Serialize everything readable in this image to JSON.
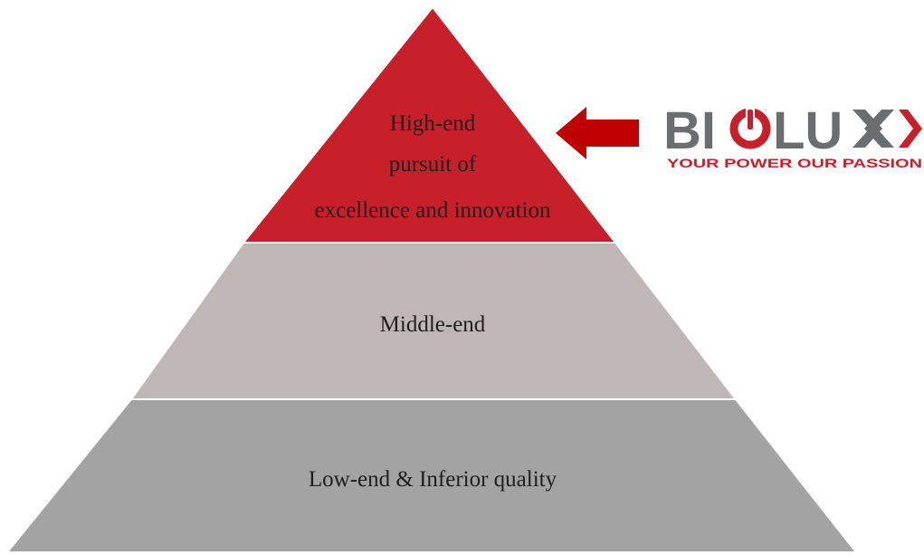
{
  "pyramid": {
    "top": {
      "lines": [
        "High-end",
        "pursuit of",
        "excellence and innovation"
      ],
      "color": "#c8202a"
    },
    "middle": {
      "label": "Middle-end",
      "color": "#bfb7b5"
    },
    "bottom": {
      "label": "Low-end & Inferior quality",
      "color": "#a3a3a3"
    }
  },
  "pointer": {
    "icon": "left-arrow-icon",
    "color": "#c00000"
  },
  "logo": {
    "text": "BIOLUX",
    "tagline": "YOUR POWER  OUR PASSION",
    "text_color": "#6b6e70",
    "accent_color": "#c8202a"
  }
}
